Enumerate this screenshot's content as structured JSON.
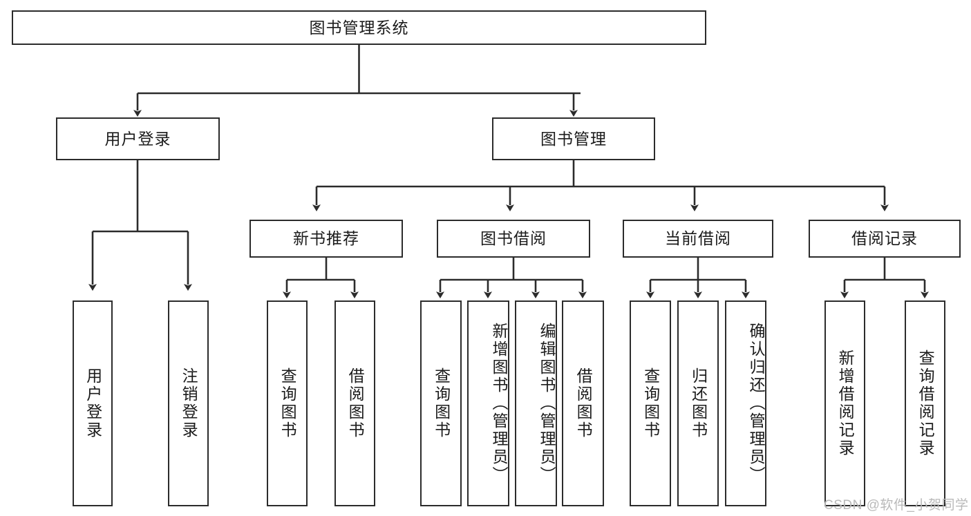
{
  "diagram": {
    "type": "tree",
    "title": "图书管理系统",
    "colors": {
      "border": "#2b2b2b",
      "background": "#ffffff",
      "text": "#1b1b1b",
      "watermark": "#b9b9b9"
    },
    "root": {
      "label": "图书管理系统"
    },
    "level2": [
      {
        "label": "用户登录"
      },
      {
        "label": "图书管理"
      }
    ],
    "level3": [
      {
        "label": "新书推荐"
      },
      {
        "label": "图书借阅"
      },
      {
        "label": "当前借阅"
      },
      {
        "label": "借阅记录"
      }
    ],
    "leaves": {
      "user_login": [
        {
          "label": "用户登录"
        },
        {
          "label": "注销登录"
        }
      ],
      "new_book_recommend": [
        {
          "label": "查询图书"
        },
        {
          "label": "借阅图书"
        }
      ],
      "book_borrow": [
        {
          "label": "查询图书"
        },
        {
          "label": "新增图书（管理员）"
        },
        {
          "label": "编辑图书（管理员）"
        },
        {
          "label": "借阅图书"
        }
      ],
      "current_borrow": [
        {
          "label": "查询图书"
        },
        {
          "label": "归还图书"
        },
        {
          "label": "确认归还（管理员）"
        }
      ],
      "borrow_record": [
        {
          "label": "新增借阅记录"
        },
        {
          "label": "查询借阅记录"
        }
      ]
    }
  },
  "watermark": {
    "text": "CSDN @软件_小贺同学"
  }
}
